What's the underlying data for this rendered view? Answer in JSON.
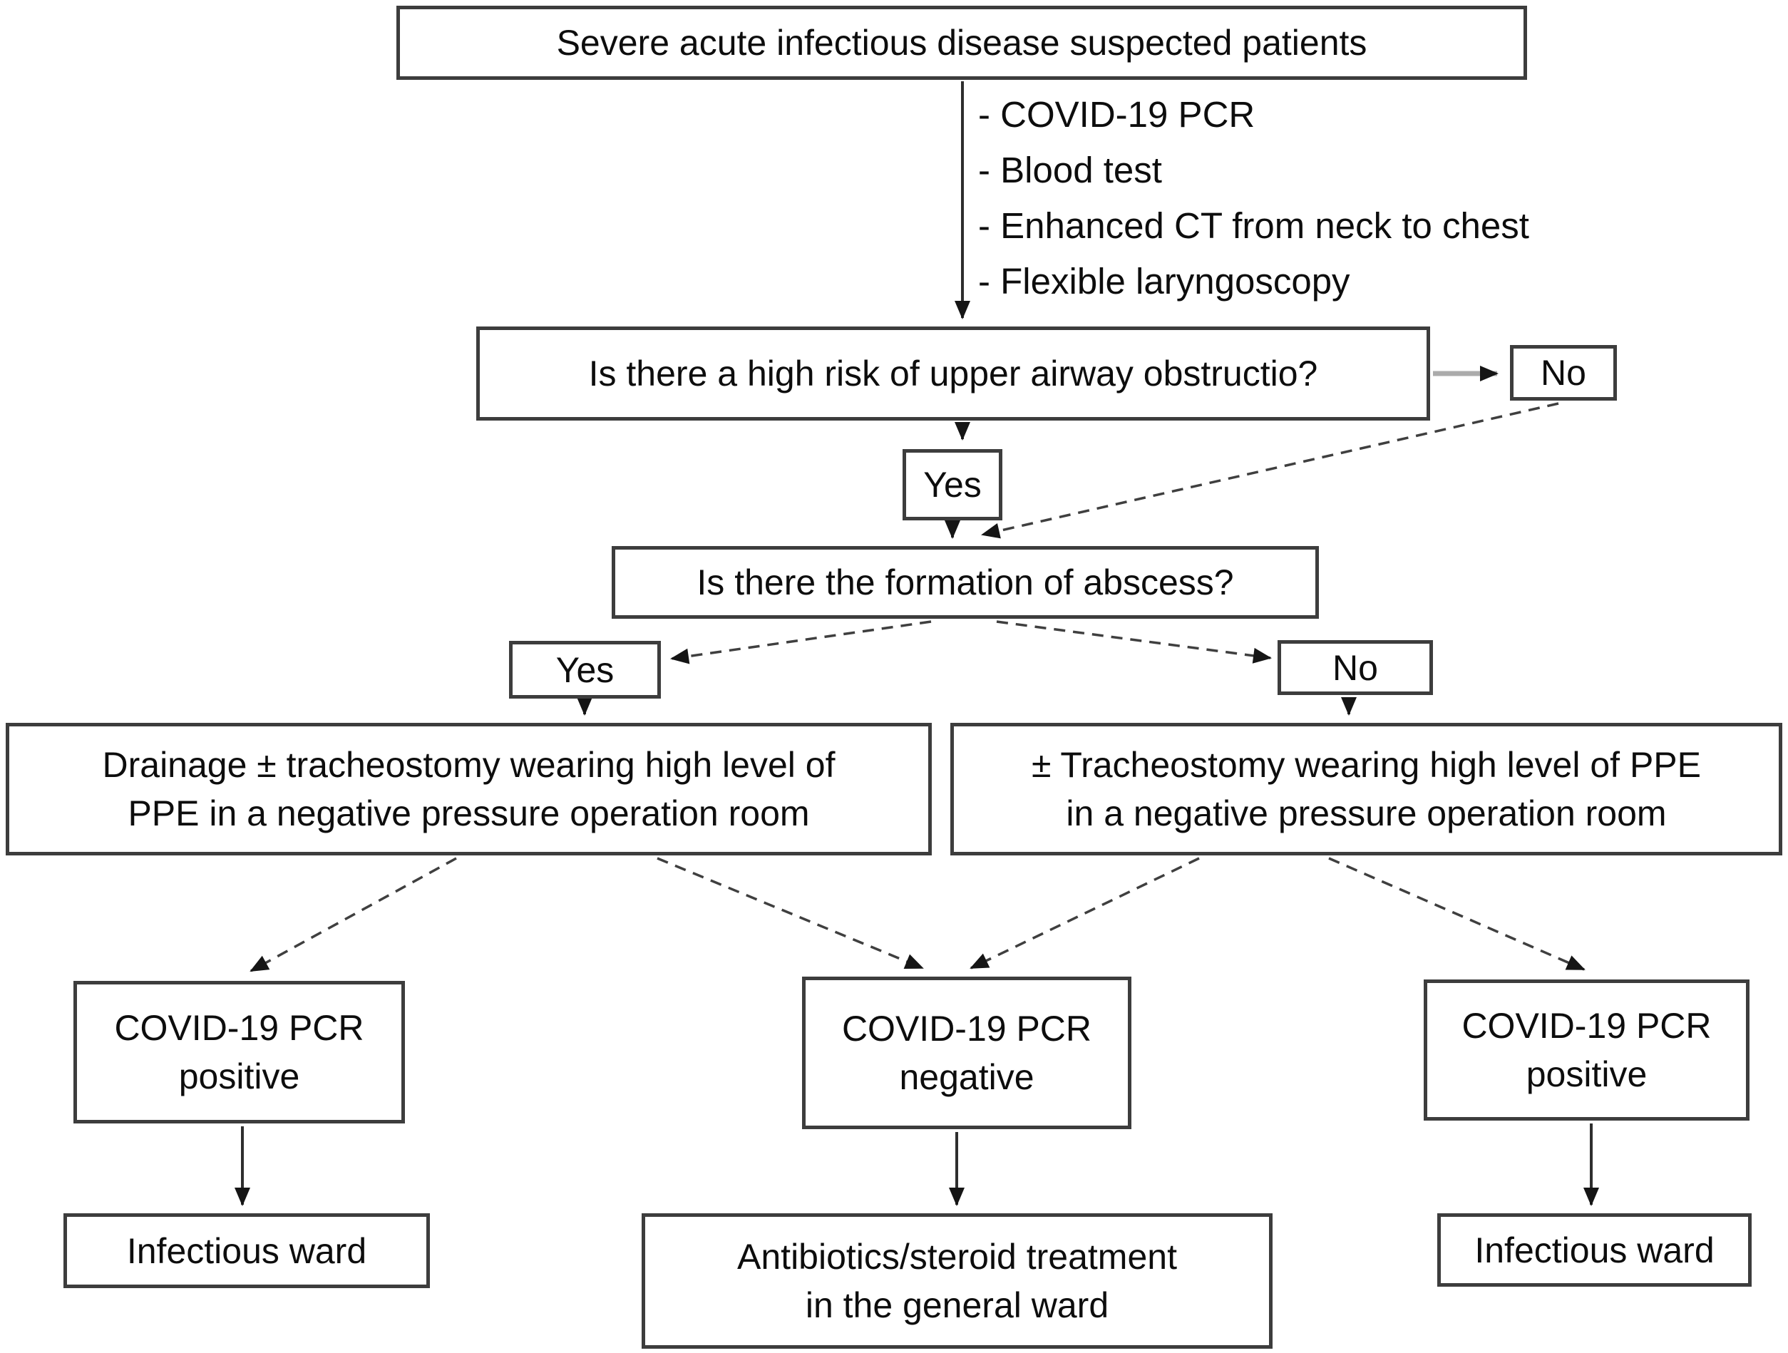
{
  "colors": {
    "background": "#ffffff",
    "box_border": "#3d3d3d",
    "text": "#0d0d0d",
    "line": "#2e2e2e",
    "dashed_line": "#3f3f3f",
    "gray_line": "#ababab"
  },
  "nodes": {
    "start": {
      "label": "Severe acute infectious disease suspected patients"
    },
    "tests": {
      "items": [
        "- COVID-19 PCR",
        "- Blood test",
        "- Enhanced CT from neck to chest",
        "- Flexible laryngoscopy"
      ]
    },
    "q_airway": {
      "label": "Is there a high risk of upper airway obstructio?"
    },
    "airway_no": {
      "label": "No"
    },
    "airway_yes": {
      "label": "Yes"
    },
    "q_abscess": {
      "label": "Is there the formation of abscess?"
    },
    "abscess_yes": {
      "label": "Yes"
    },
    "abscess_no": {
      "label": "No"
    },
    "drainage": {
      "line1": "Drainage ± tracheostomy wearing high level of",
      "line2": "PPE in a negative pressure operation room"
    },
    "tracheostomy": {
      "line1": "± Tracheostomy wearing high level of PPE",
      "line2": "in a negative pressure operation room"
    },
    "pcr_positive_left": {
      "line1": "COVID-19 PCR",
      "line2": "positive"
    },
    "pcr_negative": {
      "line1": "COVID-19 PCR",
      "line2": "negative"
    },
    "pcr_positive_right": {
      "line1": "COVID-19 PCR",
      "line2": "positive"
    },
    "ward_left": {
      "label": "Infectious ward"
    },
    "treatment": {
      "line1": "Antibiotics/steroid treatment",
      "line2": "in the general ward"
    },
    "ward_right": {
      "label": "Infectious ward"
    }
  }
}
